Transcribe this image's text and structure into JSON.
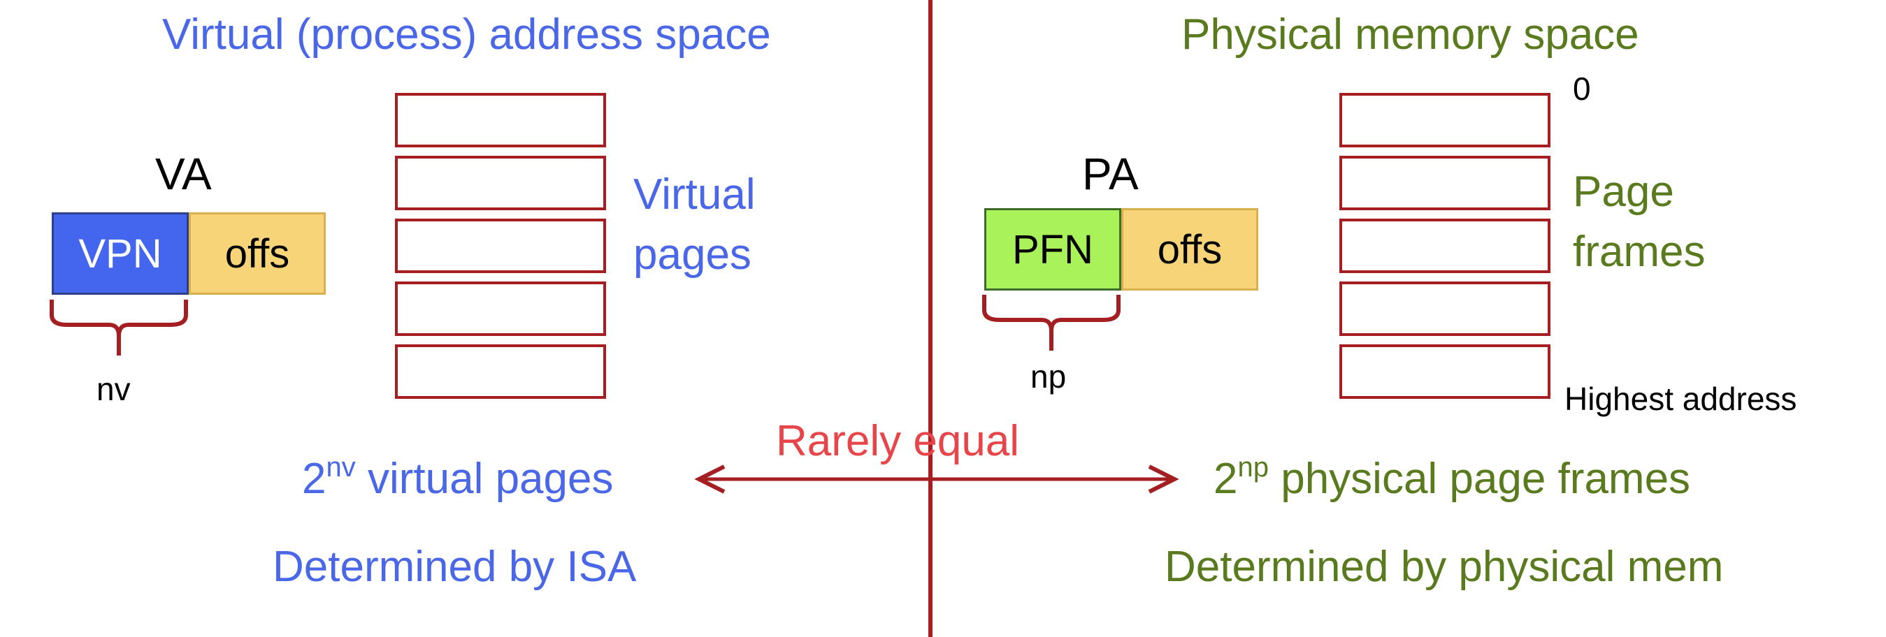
{
  "left": {
    "title": "Virtual (process) address space",
    "addr_label": "VA",
    "field1": "VPN",
    "field2": "offs",
    "brace_label": "nv",
    "pages_label_line1": "Virtual",
    "pages_label_line2": "pages",
    "count_base": "2",
    "count_exp": "nv",
    "count_text": " virtual pages",
    "determined": "Determined by ISA",
    "field1_color": "#4466ee",
    "field2_color": "#f8d479"
  },
  "right": {
    "title": "Physical memory space",
    "addr_label": "PA",
    "field1": "PFN",
    "field2": "offs",
    "brace_label": "np",
    "pages_label_line1": "Page",
    "pages_label_line2": "frames",
    "top_address": "0",
    "bottom_address": "Highest address",
    "count_base": "2",
    "count_exp": "np",
    "count_text": " physical page frames",
    "determined": "Determined by physical mem",
    "field1_color": "#aaf25a",
    "field2_color": "#f8d479"
  },
  "center": {
    "relation": "Rarely equal"
  },
  "colors": {
    "blue_text": "#4a67e8",
    "green_text": "#5a7a1e",
    "red_text": "#e8454a",
    "dark_red": "#a51e22"
  }
}
